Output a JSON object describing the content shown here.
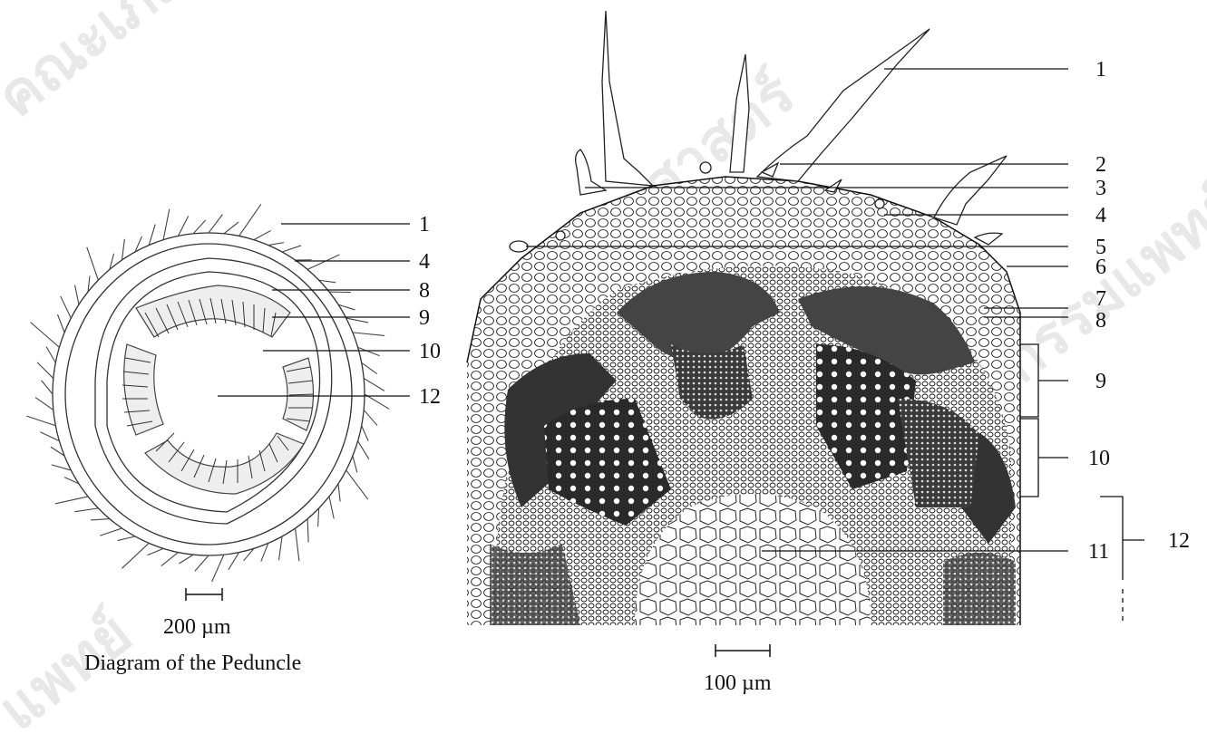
{
  "watermark": "คณะเภสัชศาสตร์ มหาวิทยาลัยมหิดล คณะกรรมการแพทย์",
  "left_panel": {
    "labels": [
      "1",
      "4",
      "8",
      "9",
      "10",
      "12"
    ],
    "scale_text": "200 µm",
    "caption": "Diagram of the Peduncle"
  },
  "right_panel": {
    "labels": [
      "1",
      "2",
      "3",
      "4",
      "5",
      "6",
      "7",
      "8",
      "9",
      "10",
      "11",
      "12"
    ],
    "scale_text": "100 µm"
  }
}
